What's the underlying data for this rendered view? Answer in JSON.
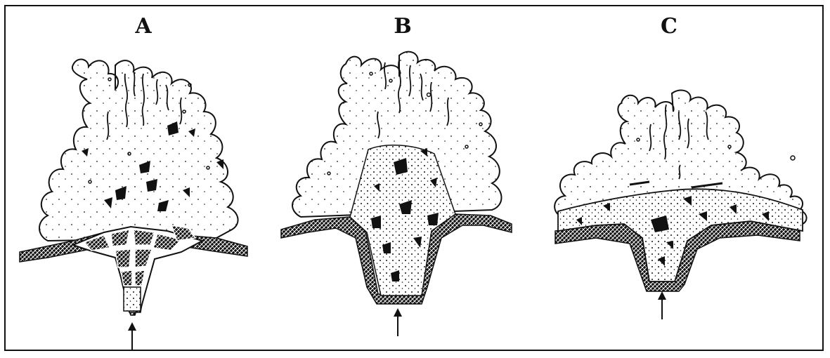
{
  "panels": [
    {
      "label": "A"
    },
    {
      "label": "B"
    },
    {
      "label": "C"
    }
  ],
  "colors": {
    "ink": "#111111",
    "paper": "#ffffff"
  }
}
